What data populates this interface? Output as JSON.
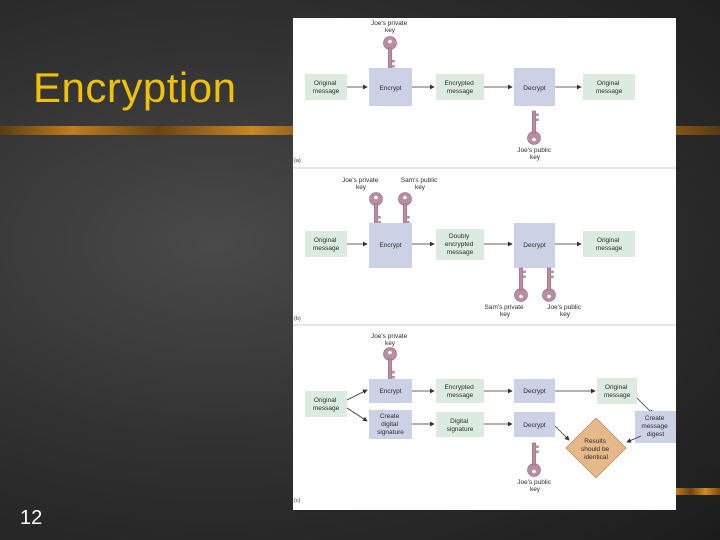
{
  "slide": {
    "title": "Encryption",
    "page_number": "12"
  },
  "colors": {
    "title": "#f2c200",
    "green_box": "#dcebdf",
    "purple_box": "#ccd1e6",
    "key": "#b88ea0",
    "diamond": "#e6b98a"
  },
  "figure": {
    "panel_a": {
      "label": "(a)",
      "key_top": [
        "Joe's private",
        "key"
      ],
      "original_in": [
        "Original",
        "message"
      ],
      "encrypt": [
        "Encrypt"
      ],
      "encrypted": [
        "Encrypted",
        "message"
      ],
      "decrypt": [
        "Decrypt"
      ],
      "original_out": [
        "Original",
        "message"
      ],
      "key_bottom": [
        "Joe's public",
        "key"
      ]
    },
    "panel_b": {
      "label": "(b)",
      "key_top_1": [
        "Joe's private",
        "key"
      ],
      "key_top_2": [
        "Sam's public",
        "key"
      ],
      "original_in": [
        "Original",
        "message"
      ],
      "encrypt": [
        "Encrypt"
      ],
      "encrypted": [
        "Doubly",
        "encrypted",
        "message"
      ],
      "decrypt": [
        "Decrypt"
      ],
      "original_out": [
        "Original",
        "message"
      ],
      "key_bottom_1": [
        "Sam's private",
        "key"
      ],
      "key_bottom_2": [
        "Joe's public",
        "key"
      ]
    },
    "panel_c": {
      "label": "(c)",
      "key_top": [
        "Joe's private",
        "key"
      ],
      "original_in": [
        "Original",
        "message"
      ],
      "encrypt": [
        "Encrypt"
      ],
      "create_sig": [
        "Create",
        "digital",
        "signature"
      ],
      "encrypted": [
        "Encrypted",
        "message"
      ],
      "digital_sig": [
        "Digital",
        "signature"
      ],
      "decrypt_1": [
        "Decrypt"
      ],
      "decrypt_2": [
        "Decrypt"
      ],
      "original_out": [
        "Original",
        "message"
      ],
      "digest": [
        "Create",
        "message",
        "digest"
      ],
      "results": [
        "Results",
        "should be",
        "identical"
      ],
      "key_bottom": [
        "Joe's public",
        "key"
      ]
    }
  }
}
